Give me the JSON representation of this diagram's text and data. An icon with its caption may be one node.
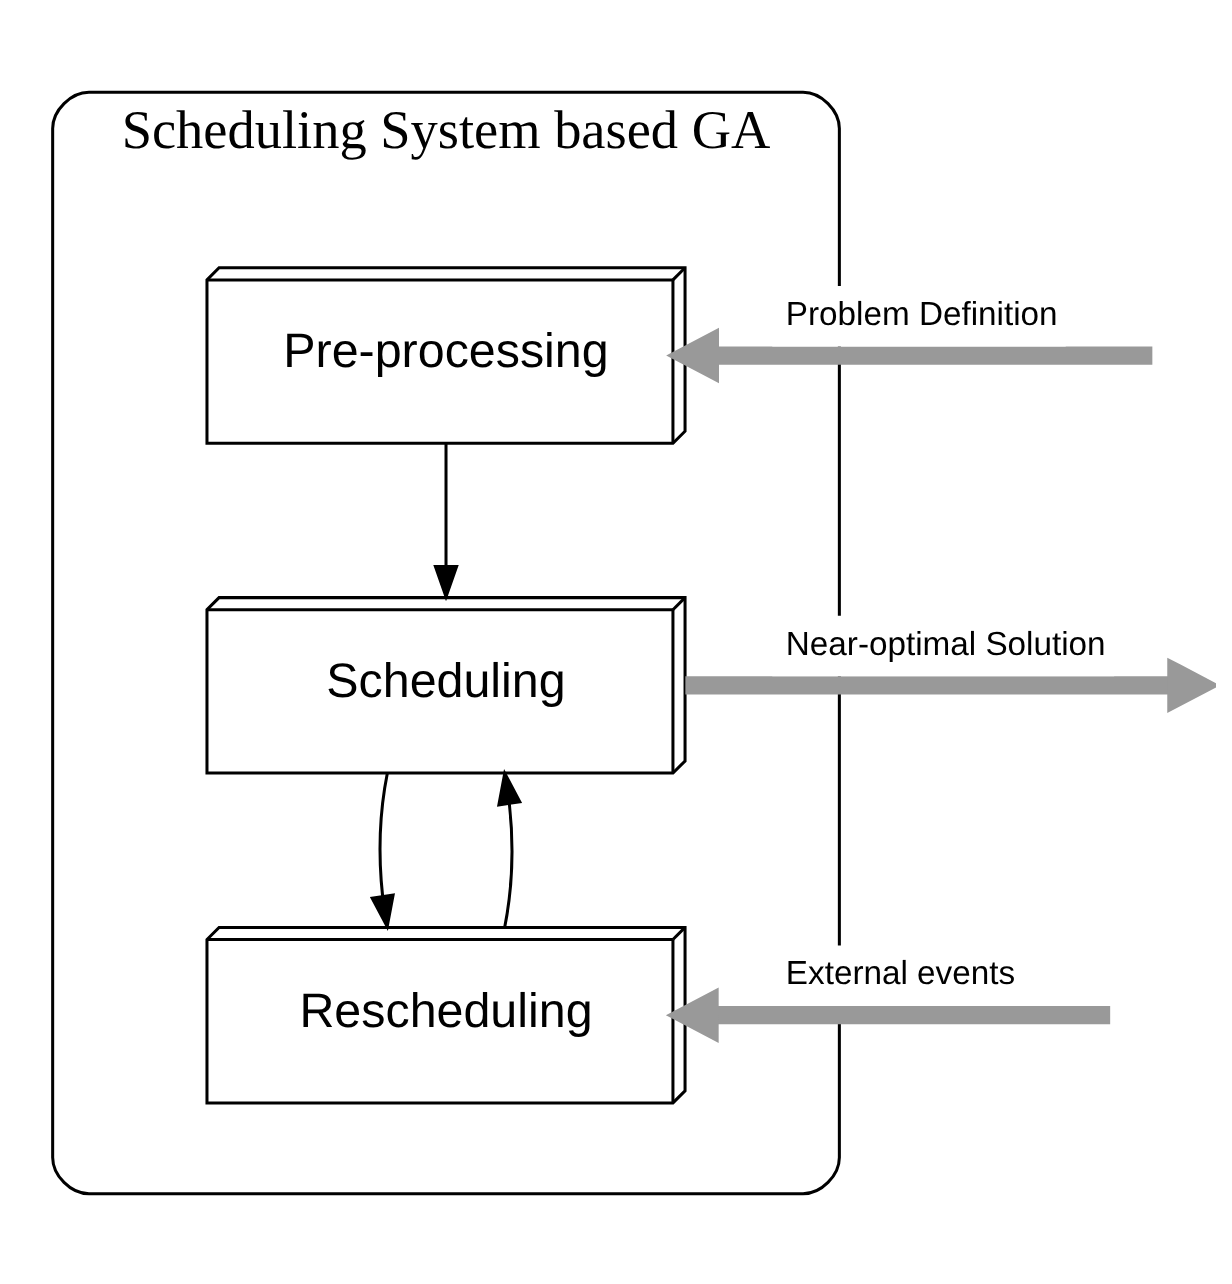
{
  "diagram": {
    "nodes": [
      {
        "text": [
          "Scheduling System based GA"
        ]
      },
      {
        "text": [
          "Pre-processing"
        ],
        "in": 0
      },
      {
        "text": [
          "Scheduling"
        ],
        "in": 0
      },
      {
        "text": [
          "Rescheduling"
        ],
        "in": 0
      }
    ],
    "edges": [
      {
        "from": null,
        "to": 1,
        "arrow": "to",
        "label": "Problem Definition",
        "style": "thick",
        "color": "#999999"
      },
      {
        "from": 1,
        "to": 2,
        "arrow": "to",
        "color": "#000000"
      },
      {
        "from": 2,
        "to": 3,
        "arrow": "to",
        "color": "#000000"
      },
      {
        "from": 3,
        "to": 2,
        "arrow": "to",
        "color": "#000000"
      },
      {
        "from": 2,
        "to": null,
        "arrow": "to",
        "label": "Near-optimal Solution",
        "style": "thick",
        "color": "#999999"
      },
      {
        "from": null,
        "to": 3,
        "arrow": "to",
        "label": "External events",
        "style": "thick",
        "color": "#999999"
      }
    ]
  }
}
